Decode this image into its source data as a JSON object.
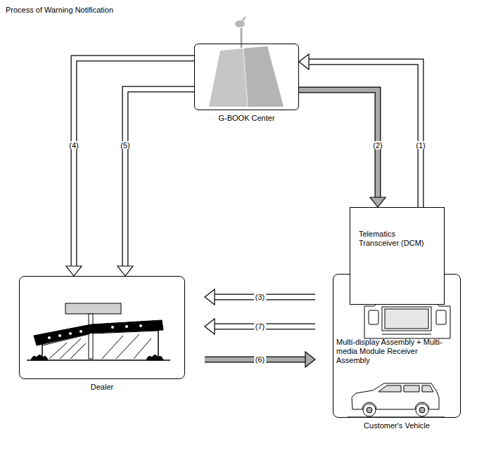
{
  "diagram": {
    "title": "Process of Warning Notification",
    "nodes": [
      {
        "text": [
          "G-BOOK Center"
        ]
      },
      {
        "text": [
          "Dealer"
        ]
      },
      {
        "text": [
          "Customer's Vehicle"
        ]
      },
      {
        "text": [
          "Telematics Transceiver (DCM)"
        ],
        "in": 2
      },
      {
        "text": [
          "Multi-display Assembly + Multi-media Module Receiver Assembly"
        ],
        "in": 2
      }
    ],
    "edges": [
      {
        "from": 3,
        "to": 0,
        "arrow": "to",
        "label": "(1)"
      },
      {
        "from": 0,
        "to": 3,
        "arrow": "to",
        "label": "(2)"
      },
      {
        "from": 4,
        "to": 1,
        "arrow": "to",
        "label": "(3)"
      },
      {
        "from": 0,
        "to": 1,
        "arrow": "to",
        "label": "(4)"
      },
      {
        "from": 0,
        "to": 1,
        "arrow": "to",
        "label": "(5)"
      },
      {
        "from": 1,
        "to": 4,
        "arrow": "to",
        "label": "(6)"
      },
      {
        "from": 4,
        "to": 1,
        "arrow": "to",
        "label": "(7)"
      }
    ]
  }
}
